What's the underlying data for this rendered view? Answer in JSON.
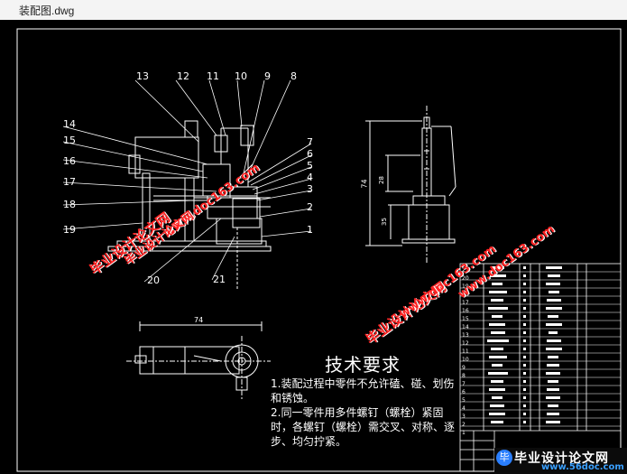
{
  "window": {
    "title": "装配图.dwg"
  },
  "part_numbers": [
    "13",
    "12",
    "11",
    "10",
    "9",
    "8",
    "7",
    "6",
    "5",
    "4",
    "3",
    "2",
    "1",
    "14",
    "15",
    "16",
    "17",
    "18",
    "19",
    "20",
    "21"
  ],
  "dimensions": {
    "top_view_width": "74",
    "side_height": "74",
    "side_upper": "28",
    "side_lower": "35"
  },
  "requirements": {
    "title": "技术要求",
    "item1": "1.装配过程中零件不允许磕、碰、划伤和锈蚀。",
    "item2": "2.同一零件用多件螺钉（螺栓）紧固时，各螺钉（螺栓）需交叉、对称、逐步、均匀拧紧。"
  },
  "watermarks": {
    "w1": "毕业设计论文网",
    "w2": "www.doc163.com",
    "w3": "毕业设计论文网",
    "w4": "www.doc163.com",
    "w5": "毕业设计论文网",
    "w6": "www.doc163.com"
  },
  "brand": {
    "name": "毕业设计论文网",
    "url": "www.56doc.com",
    "logo": "毕"
  },
  "bom_rows": [
    "21",
    "20",
    "19",
    "18",
    "17",
    "16",
    "15",
    "14",
    "13",
    "12",
    "11",
    "10",
    "9",
    "8",
    "7",
    "6",
    "5",
    "4",
    "3",
    "2",
    "1"
  ],
  "colors": {
    "background": "#000000",
    "lines": "#ffffff",
    "watermark": "#ff2222"
  }
}
